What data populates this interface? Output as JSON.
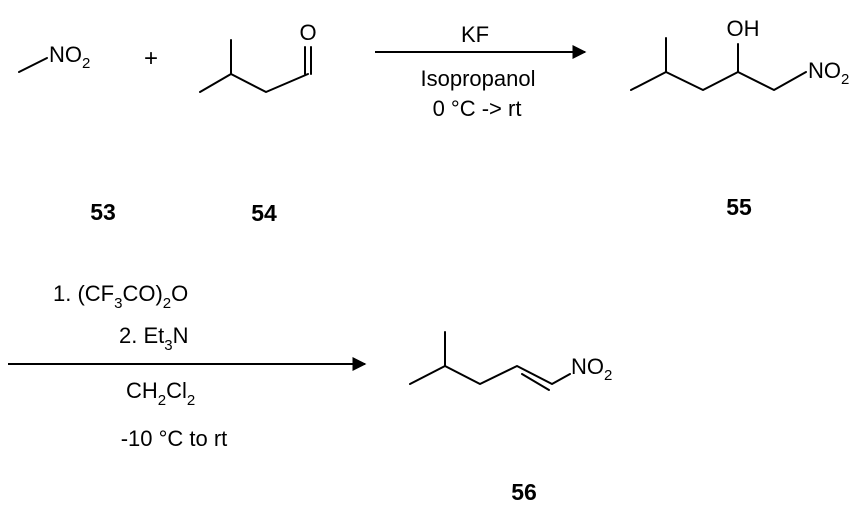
{
  "compounds": {
    "c53": {
      "number": "53",
      "group": "NO",
      "group_sub": "2"
    },
    "c54": {
      "number": "54",
      "carbonyl_o": "O"
    },
    "c55": {
      "number": "55",
      "hydroxyl": "OH",
      "group": "NO",
      "group_sub": "2"
    },
    "c56": {
      "number": "56",
      "group": "NO",
      "group_sub": "2"
    }
  },
  "plus_sign": "+",
  "step1": {
    "reagent": "KF",
    "solvent": "Isopropanol",
    "temperature": "0 °C -> rt"
  },
  "step2": {
    "line1_a": "1. (CF",
    "line1_b": "3",
    "line1_c": "CO)",
    "line1_d": "2",
    "line1_e": "O",
    "line2_a": "2. Et",
    "line2_b": "3",
    "line2_c": "N",
    "solvent_a": "CH",
    "solvent_b": "2",
    "solvent_c": "Cl",
    "solvent_d": "2",
    "temperature": "-10 °C to rt"
  }
}
